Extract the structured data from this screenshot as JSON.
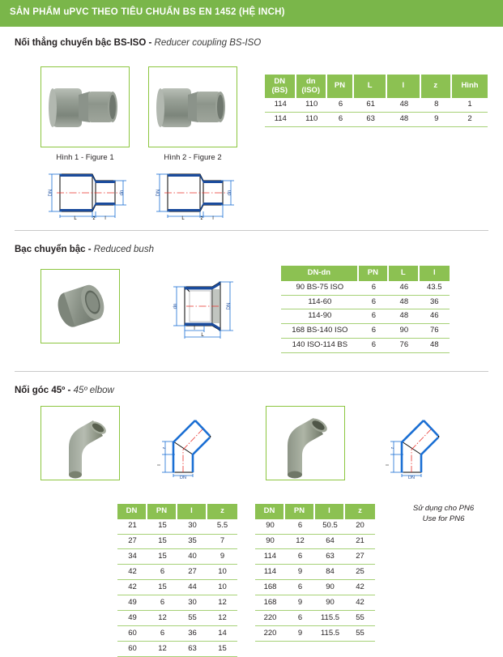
{
  "banner": {
    "title": "SẢN PHẨM uPVC THEO TIÊU CHUẨN BS EN 1452 (HỆ INCH)"
  },
  "sections": [
    {
      "id": "reducer-coupling",
      "title_vn": "Nối thẳng chuyển bậc BS-ISO - ",
      "title_en": "Reducer coupling BS-ISO",
      "figures": [
        {
          "caption": "Hình 1 - Figure 1"
        },
        {
          "caption": "Hình 2 - Figure 2"
        }
      ],
      "drawing_labels": [
        "DN",
        "dn",
        "L",
        "z",
        "l"
      ],
      "table": {
        "headers": [
          "DN\n(BS)",
          "dn\n(ISO)",
          "PN",
          "L",
          "l",
          "z",
          "Hình"
        ],
        "header_lines": [
          [
            "DN",
            "(BS)"
          ],
          [
            "dn",
            "(ISO)"
          ],
          [
            "PN"
          ],
          [
            "L"
          ],
          [
            "l"
          ],
          [
            "z"
          ],
          [
            "Hình"
          ]
        ],
        "rows": [
          [
            "114",
            "110",
            "6",
            "61",
            "48",
            "8",
            "1"
          ],
          [
            "114",
            "110",
            "6",
            "63",
            "48",
            "9",
            "2"
          ]
        ]
      }
    },
    {
      "id": "reduced-bush",
      "title_vn": "Bạc chuyển bậc - ",
      "title_en": "Reduced bush",
      "drawing_labels": [
        "dn",
        "DN",
        "l",
        "L"
      ],
      "table": {
        "headers": [
          "DN-dn",
          "PN",
          "L",
          "l"
        ],
        "rows": [
          [
            "90 BS-75 ISO",
            "6",
            "46",
            "43.5"
          ],
          [
            "114-60",
            "6",
            "48",
            "36"
          ],
          [
            "114-90",
            "6",
            "48",
            "46"
          ],
          [
            "168 BS-140 ISO",
            "6",
            "90",
            "76"
          ],
          [
            "140 ISO-114 BS",
            "6",
            "76",
            "48"
          ]
        ]
      }
    },
    {
      "id": "elbow-45",
      "title_vn": "Nối góc 45º - ",
      "title_en": "45º elbow",
      "drawing_labels": [
        "z",
        "l",
        "DN"
      ],
      "table_left": {
        "headers": [
          "DN",
          "PN",
          "l",
          "z"
        ],
        "rows": [
          [
            "21",
            "15",
            "30",
            "5.5"
          ],
          [
            "27",
            "15",
            "35",
            "7"
          ],
          [
            "34",
            "15",
            "40",
            "9"
          ],
          [
            "42",
            "6",
            "27",
            "10"
          ],
          [
            "42",
            "15",
            "44",
            "10"
          ],
          [
            "49",
            "6",
            "30",
            "12"
          ],
          [
            "49",
            "12",
            "55",
            "12"
          ],
          [
            "60",
            "6",
            "36",
            "14"
          ],
          [
            "60",
            "12",
            "63",
            "15"
          ]
        ]
      },
      "table_right": {
        "headers": [
          "DN",
          "PN",
          "l",
          "z"
        ],
        "rows": [
          [
            "90",
            "6",
            "50.5",
            "20"
          ],
          [
            "90",
            "12",
            "64",
            "21"
          ],
          [
            "114",
            "6",
            "63",
            "27"
          ],
          [
            "114",
            "9",
            "84",
            "25"
          ],
          [
            "168",
            "6",
            "90",
            "42"
          ],
          [
            "168",
            "9",
            "90",
            "42"
          ],
          [
            "220",
            "6",
            "115.5",
            "55"
          ],
          [
            "220",
            "9",
            "115.5",
            "55"
          ]
        ]
      },
      "note_line1": "Sử dụng cho PN6",
      "note_line2": "Use for PN6"
    }
  ],
  "colors": {
    "banner_green": "#7ab64a",
    "table_header_green": "#8cc152",
    "frame_green": "#8cc63f",
    "row_rule": "#a6d176",
    "divider": "#c9c9c9",
    "text": "#231f20"
  }
}
